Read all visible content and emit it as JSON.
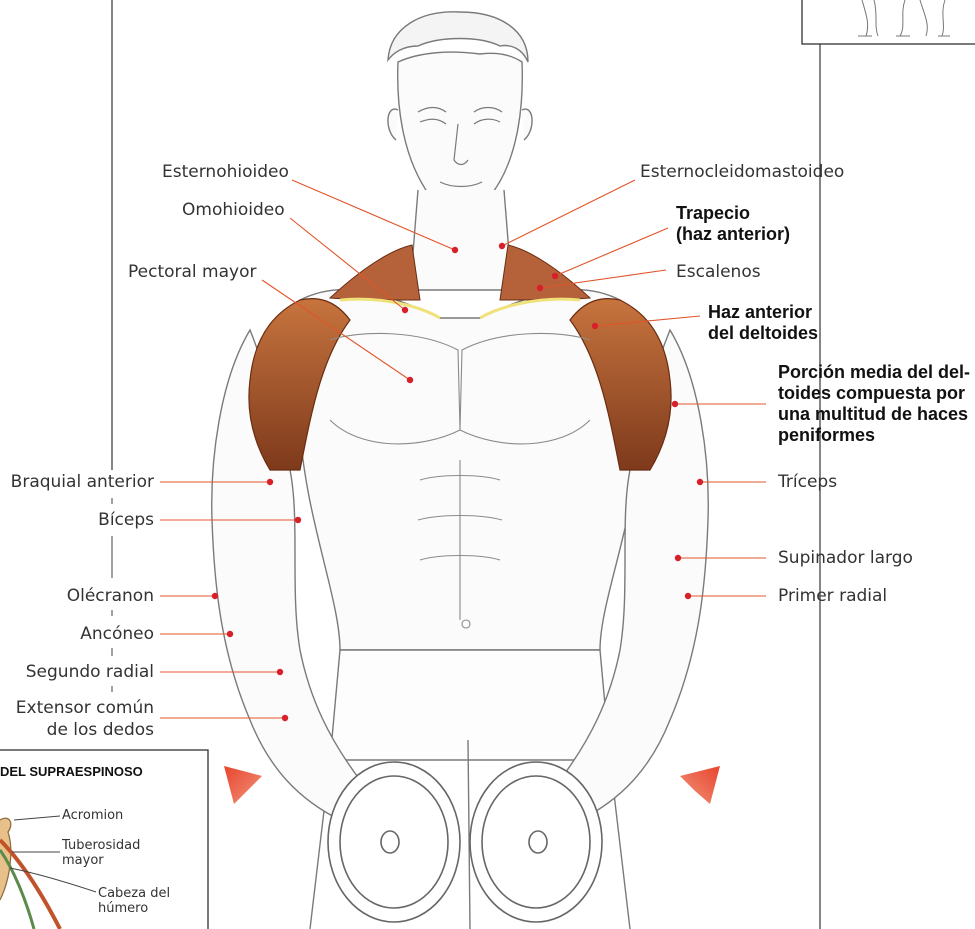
{
  "labels_left": [
    {
      "id": "esternohioideo",
      "text": "Esternohioideo"
    },
    {
      "id": "omohioideo",
      "text": "Omohioideo"
    },
    {
      "id": "pectoral",
      "text": "Pectoral mayor"
    },
    {
      "id": "braquial",
      "text": "Braquial anterior"
    },
    {
      "id": "biceps",
      "text": "Bíceps"
    },
    {
      "id": "olecranon",
      "text": "Olécranon"
    },
    {
      "id": "anconeo",
      "text": "Ancóneo"
    },
    {
      "id": "segundo",
      "text": "Segundo radial"
    },
    {
      "id": "extensor1",
      "text": "Extensor común"
    },
    {
      "id": "extensor2",
      "text": "de los dedos"
    }
  ],
  "labels_right": [
    {
      "id": "ecm",
      "text": "Esternocleidomastoideo"
    },
    {
      "id": "trapecio1",
      "text": "Trapecio"
    },
    {
      "id": "trapecio2",
      "text": "(haz anterior)"
    },
    {
      "id": "escalenos",
      "text": "Escalenos"
    },
    {
      "id": "haz1",
      "text": "Haz anterior"
    },
    {
      "id": "haz2",
      "text": "del deltoides"
    },
    {
      "id": "porcion1",
      "text": "Porción media del del-"
    },
    {
      "id": "porcion2",
      "text": "toides compuesta por"
    },
    {
      "id": "porcion3",
      "text": "una multitud de haces"
    },
    {
      "id": "porcion4",
      "text": "peniformes"
    },
    {
      "id": "triceps",
      "text": "Tríceps"
    },
    {
      "id": "supinador",
      "text": "Supinador largo"
    },
    {
      "id": "primer",
      "text": "Primer radial"
    }
  ],
  "inset": {
    "title": "DEL SUPRAESPINOSO",
    "acromion": "Acromion",
    "tub1": "Tuberosidad",
    "tub2": "mayor",
    "cab1": "Cabeza del",
    "cab2": "húmero"
  },
  "colors": {
    "leader": "#e0552b",
    "dot": "#d8202a",
    "muscle": "#a8502a",
    "arrow": "#e8442e",
    "sketch": "#7a7a7a"
  }
}
